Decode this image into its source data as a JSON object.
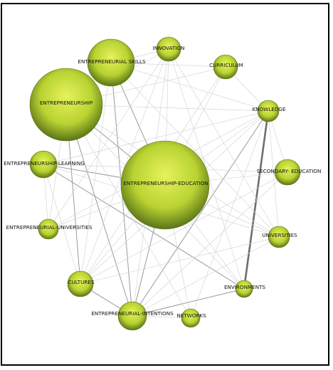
{
  "colors": {
    "node_highlight": "#e6f25c",
    "node_mid": "#b9d332",
    "node_edge": "#5b7418",
    "edge_light": "#d6d6d6",
    "edge_mid": "#9a9a9a",
    "edge_dark": "#6e6e6e"
  },
  "nodes": [
    {
      "id": "innovation",
      "label": "INNOVATION"
    },
    {
      "id": "entrepreneurial_skills",
      "label": "ENTREPRENEURIAL SKILLS"
    },
    {
      "id": "curriculum",
      "label": "CURRICULUM"
    },
    {
      "id": "entrepreneurship",
      "label": "ENTREPRENEURSHIP"
    },
    {
      "id": "knowledge",
      "label": "KNOWLEDGE"
    },
    {
      "id": "entrepreneurship_learning",
      "label": "ENTREPRENEURSHIP-LEARNING"
    },
    {
      "id": "entrepreneurship_education",
      "label": "ENTREPRENEURSHIP-EDUCATION"
    },
    {
      "id": "secondary_education",
      "label": "SECONDARY- EDUCATION"
    },
    {
      "id": "entrepreneurial_universities",
      "label": "ENTREPRENEURIAL-UNIVERSITIES"
    },
    {
      "id": "universities",
      "label": "UNIVERSITIES"
    },
    {
      "id": "cultures",
      "label": "CULTURES"
    },
    {
      "id": "environments",
      "label": "ENVIRONMENTS"
    },
    {
      "id": "entrepreneurial_intentions",
      "label": "ENTREPRENEURIAL-INTENTIONS"
    },
    {
      "id": "networks",
      "label": "NETWORKS"
    }
  ],
  "edges": [
    {
      "source": "knowledge",
      "target": "environments",
      "strength": 3
    },
    {
      "source": "entrepreneurship",
      "target": "entrepreneurship_education",
      "strength": 2
    },
    {
      "source": "entrepreneurship_learning",
      "target": "environments",
      "strength": 2
    },
    {
      "source": "entrepreneurship_learning",
      "target": "entrepreneurship_education",
      "strength": 2
    },
    {
      "source": "entrepreneurial_skills",
      "target": "entrepreneurship_education",
      "strength": 2
    },
    {
      "source": "entrepreneurship_education",
      "target": "entrepreneurial_intentions",
      "strength": 2
    },
    {
      "source": "entrepreneurship",
      "target": "entrepreneurial_intentions",
      "strength": 2
    },
    {
      "source": "entrepreneurship",
      "target": "cultures",
      "strength": 2
    },
    {
      "source": "knowledge",
      "target": "entrepreneurial_intentions",
      "strength": 2
    },
    {
      "source": "cultures",
      "target": "entrepreneurial_intentions",
      "strength": 2
    },
    {
      "source": "entrepreneurial_intentions",
      "target": "environments",
      "strength": 2
    },
    {
      "source": "entrepreneurial_skills",
      "target": "entrepreneurial_intentions",
      "strength": 2
    },
    {
      "source": "entrepreneurship_learning",
      "target": "knowledge",
      "strength": 1
    },
    {
      "source": "entrepreneurship_learning",
      "target": "secondary_education",
      "strength": 1
    },
    {
      "source": "entrepreneurship_learning",
      "target": "entrepreneurial_universities",
      "strength": 1
    },
    {
      "source": "entrepreneurship",
      "target": "knowledge",
      "strength": 1
    },
    {
      "source": "entrepreneurship",
      "target": "innovation",
      "strength": 1
    },
    {
      "source": "entrepreneurship",
      "target": "curriculum",
      "strength": 1
    },
    {
      "source": "entrepreneurship",
      "target": "universities",
      "strength": 1
    },
    {
      "source": "entrepreneurship",
      "target": "networks",
      "strength": 1
    },
    {
      "source": "entrepreneurial_skills",
      "target": "innovation",
      "strength": 1
    },
    {
      "source": "entrepreneurial_skills",
      "target": "curriculum",
      "strength": 1
    },
    {
      "source": "entrepreneurial_skills",
      "target": "knowledge",
      "strength": 1
    },
    {
      "source": "entrepreneurial_skills",
      "target": "cultures",
      "strength": 1
    },
    {
      "source": "entrepreneurial_skills",
      "target": "universities",
      "strength": 1
    },
    {
      "source": "innovation",
      "target": "entrepreneurship_education",
      "strength": 1
    },
    {
      "source": "innovation",
      "target": "cultures",
      "strength": 1
    },
    {
      "source": "innovation",
      "target": "entrepreneurial_intentions",
      "strength": 1
    },
    {
      "source": "innovation",
      "target": "universities",
      "strength": 1
    },
    {
      "source": "innovation",
      "target": "entrepreneurial_universities",
      "strength": 1
    },
    {
      "source": "curriculum",
      "target": "entrepreneurship_education",
      "strength": 1
    },
    {
      "source": "curriculum",
      "target": "cultures",
      "strength": 1
    },
    {
      "source": "curriculum",
      "target": "knowledge",
      "strength": 1
    },
    {
      "source": "knowledge",
      "target": "entrepreneurship_education",
      "strength": 1
    },
    {
      "source": "knowledge",
      "target": "universities",
      "strength": 1
    },
    {
      "source": "knowledge",
      "target": "cultures",
      "strength": 1
    },
    {
      "source": "knowledge",
      "target": "entrepreneurial_universities",
      "strength": 1
    },
    {
      "source": "knowledge",
      "target": "secondary_education",
      "strength": 1
    },
    {
      "source": "secondary_education",
      "target": "entrepreneurship_education",
      "strength": 1
    },
    {
      "source": "secondary_education",
      "target": "cultures",
      "strength": 1
    },
    {
      "source": "secondary_education",
      "target": "entrepreneurial_intentions",
      "strength": 1
    },
    {
      "source": "universities",
      "target": "entrepreneurship_education",
      "strength": 1
    },
    {
      "source": "universities",
      "target": "entrepreneurial_intentions",
      "strength": 1
    },
    {
      "source": "universities",
      "target": "cultures",
      "strength": 1
    },
    {
      "source": "universities",
      "target": "entrepreneurship_learning",
      "strength": 1
    },
    {
      "source": "entrepreneurship_education",
      "target": "cultures",
      "strength": 1
    },
    {
      "source": "entrepreneurship_education",
      "target": "environments",
      "strength": 1
    },
    {
      "source": "entrepreneurship_education",
      "target": "networks",
      "strength": 1
    },
    {
      "source": "entrepreneurship_education",
      "target": "entrepreneurial_universities",
      "strength": 1
    },
    {
      "source": "entrepreneurial_universities",
      "target": "entrepreneurship",
      "strength": 1
    },
    {
      "source": "networks",
      "target": "knowledge",
      "strength": 1
    },
    {
      "source": "networks",
      "target": "entrepreneurial_intentions",
      "strength": 1
    },
    {
      "source": "environments",
      "target": "entrepreneurship",
      "strength": 1
    },
    {
      "source": "environments",
      "target": "innovation",
      "strength": 1
    },
    {
      "source": "cultures",
      "target": "entrepreneurship_learning",
      "strength": 1
    }
  ]
}
